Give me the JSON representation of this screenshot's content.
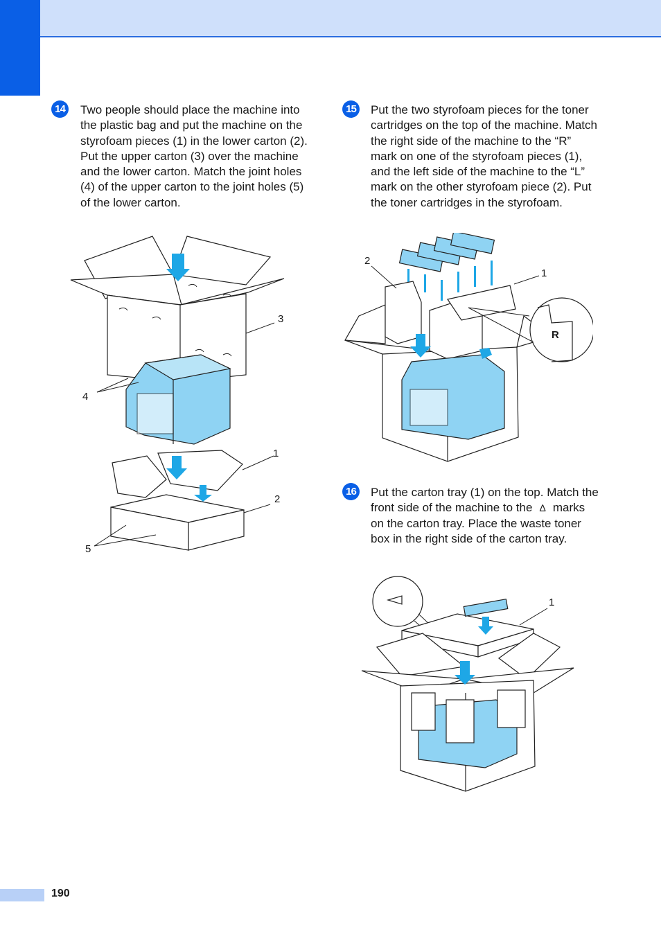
{
  "header": {
    "band_color": "#cfe0fb",
    "tab_color": "#0a5fe6",
    "accent_line": "#2b6de0"
  },
  "steps": [
    {
      "number": "14",
      "text": "Two people should place the machine into the plastic bag and put the machine on the styrofoam pieces (1) in the lower carton (2). Put the upper carton (3) over the machine and the lower carton. Match the joint holes (4) of the upper carton to the joint holes (5) of the lower carton.",
      "figure": {
        "callouts": [
          "3",
          "4",
          "1",
          "2",
          "5"
        ]
      }
    },
    {
      "number": "15",
      "text": "Put the two styrofoam pieces for the toner cartridges on the top of the machine. Match the right side of the machine to the “R” mark on one of the styrofoam pieces (1), and the left side of the machine to the “L” mark on the other styrofoam piece (2). Put the toner cartridges in the styrofoam.",
      "figure": {
        "callouts": [
          "2",
          "1"
        ],
        "detail_mark": "R"
      }
    },
    {
      "number": "16",
      "text_before": "Put the carton tray (1) on the top. Match the front side of the machine to the",
      "mark_symbol": "∆",
      "text_after": "marks on the carton tray. Place the waste toner box in the right side of the carton tray.",
      "figure": {
        "callouts": [
          "1"
        ]
      }
    }
  ],
  "colors": {
    "machine_fill": "#8fd3f3",
    "arrow_fill": "#1ea7e6",
    "line": "#222222"
  },
  "footer": {
    "page_number": "190"
  }
}
